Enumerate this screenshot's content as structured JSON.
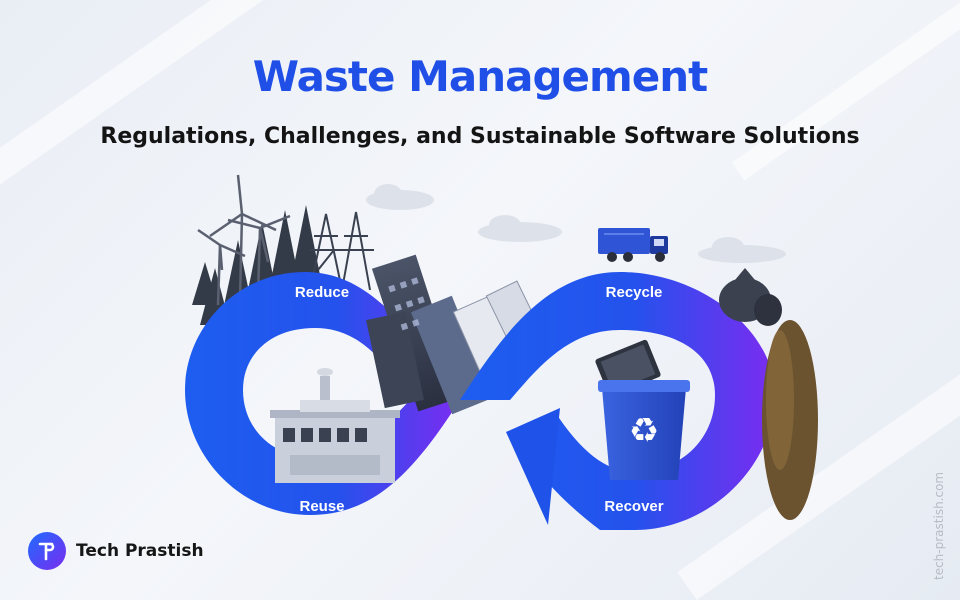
{
  "header": {
    "title": "Waste Management",
    "subtitle": "Regulations, Challenges, and Sustainable Software Solutions"
  },
  "loop": {
    "reduce": "Reduce",
    "recycle": "Recycle",
    "reuse": "Reuse",
    "recover": "Recover"
  },
  "brand": {
    "name": "Tech Prastish",
    "logo_icon": "tp-monogram-icon"
  },
  "watermark": "tech-prastish.com",
  "colors": {
    "title_blue": "#1f4fe6",
    "loop_blue": "#1d5ef0",
    "loop_purple": "#7b2cf0",
    "bin_blue": "#2f55d6"
  },
  "illustration": {
    "icons": [
      "wind-turbine-icon",
      "pine-tree-icon",
      "power-tower-icon",
      "building-icon",
      "factory-icon",
      "truck-icon",
      "recycle-bin-icon",
      "monitor-icon",
      "garbage-bag-icon",
      "cloud-icon"
    ]
  }
}
